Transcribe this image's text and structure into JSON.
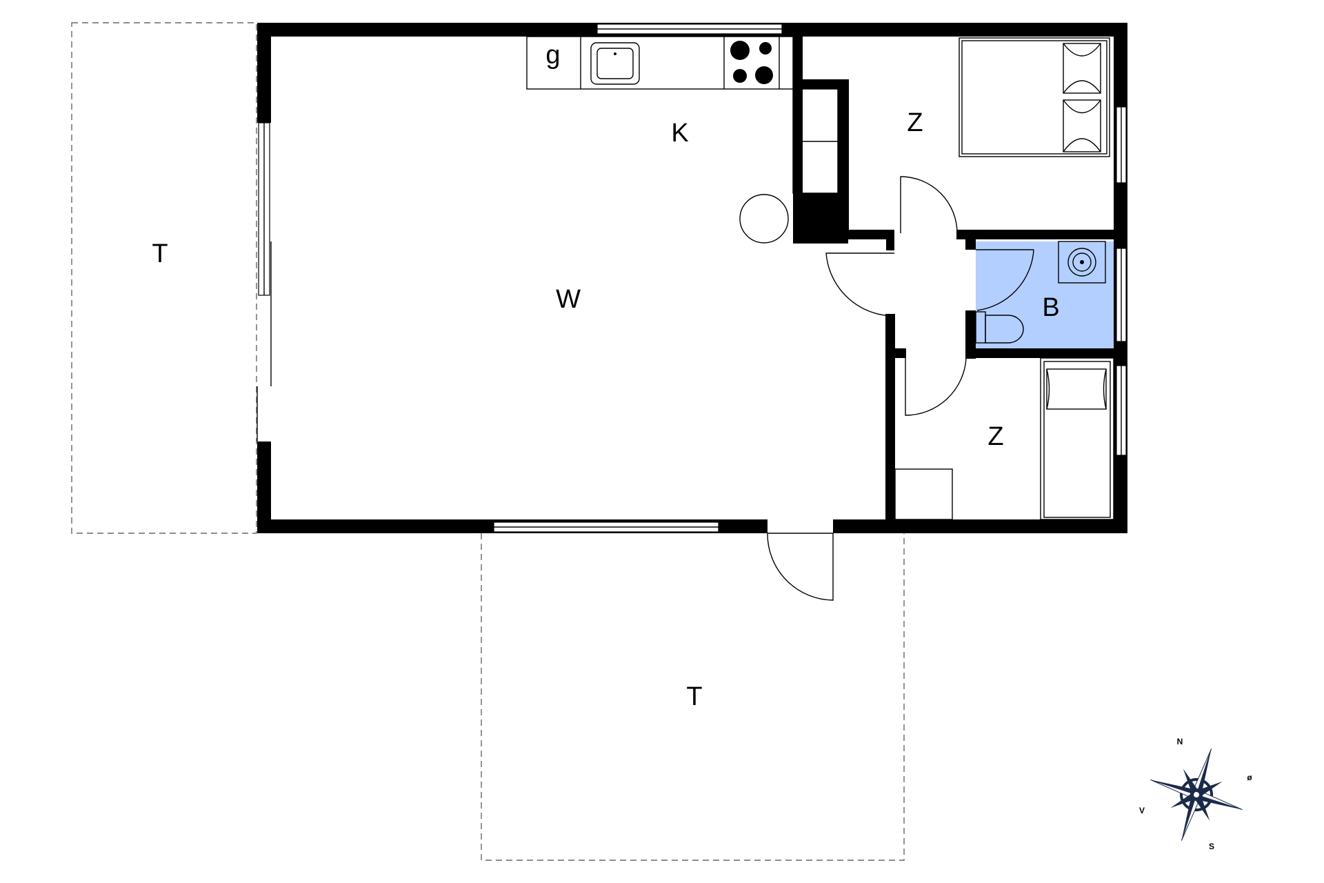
{
  "rooms": {
    "terrace_west": "T",
    "terrace_south": "T",
    "kitchen_store": "g",
    "kitchen": "K",
    "living": "W",
    "bedroom_north": "Z",
    "bathroom": "B",
    "bedroom_south": "Z"
  },
  "compass": {
    "north": "N",
    "east": "ø",
    "south": "S",
    "west": "V"
  },
  "colors": {
    "wall": "#000000",
    "bathroom": "#b3cfff",
    "compass_dark": "#1c2a4a",
    "compass_light": "#ffffff"
  }
}
